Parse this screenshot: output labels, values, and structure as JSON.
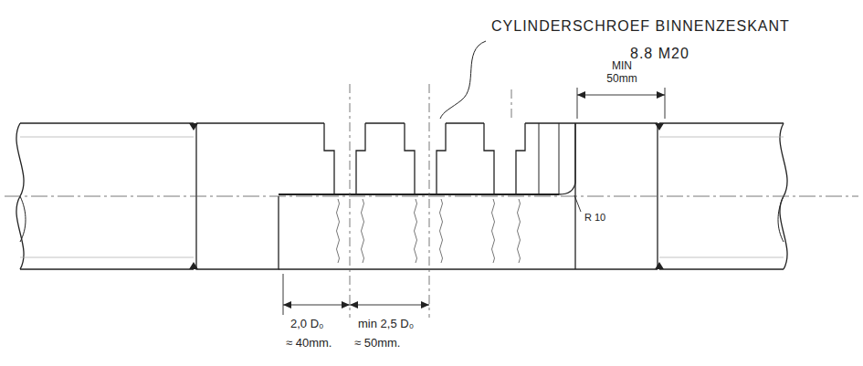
{
  "diagram": {
    "labels": [
      "CYLINDERSCHROEF BINNENZESKANT",
      "8.8 M20",
      "MIN 50mm",
      "R 10",
      "2,0 D₀",
      "min 2,5 D₀",
      "≈ 40mm.",
      "≈ 50mm."
    ]
  }
}
